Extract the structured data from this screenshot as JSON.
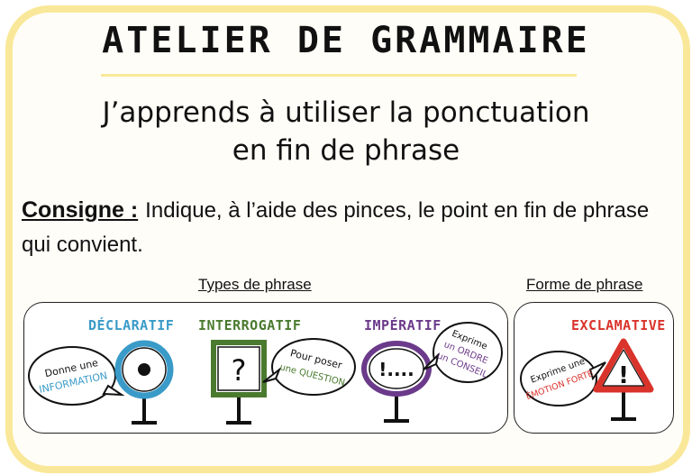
{
  "header": {
    "title": "ATELIER DE GRAMMAIRE",
    "subtitle_line1": "J’apprends à utiliser la ponctuation",
    "subtitle_line2": "en fin de phrase"
  },
  "instruction": {
    "label": "Consigne :",
    "text": "Indique, à l’aide des pinces, le point en fin de phrase qui convient."
  },
  "sections": {
    "types_label": "Types de phrase",
    "forme_label": "Forme de phrase"
  },
  "cards": [
    {
      "caption": "DÉCLARATIF",
      "bubble_line1": "Donne une",
      "bubble_line2": "INFORMATION",
      "sign": "⊙",
      "color": "#3a9bc8"
    },
    {
      "caption": "INTERROGATIF",
      "bubble_line1": "Pour poser",
      "bubble_line2": "une QUESTION",
      "sign": "?",
      "color": "#4a7a2e"
    },
    {
      "caption": "IMPÉRATIF",
      "bubble_line1": "Exprime",
      "bubble_line2": "un ORDRE",
      "bubble_line3": "un CONSEIL",
      "sign": "!....",
      "color": "#6b3a8a"
    },
    {
      "caption": "EXCLAMATIVE",
      "bubble_line1": "Exprime une",
      "bubble_line2": "ÉMOTION FORTE",
      "sign": "!",
      "color": "#d9332b"
    }
  ]
}
